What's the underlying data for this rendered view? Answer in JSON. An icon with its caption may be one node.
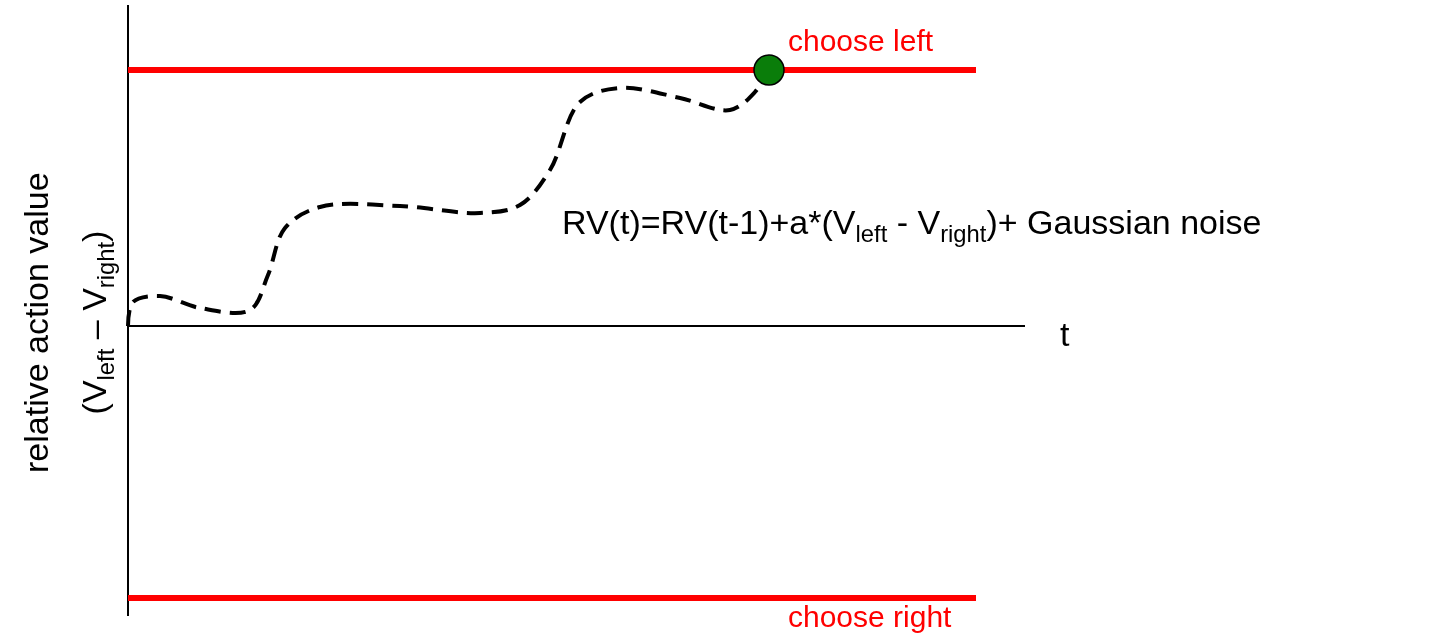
{
  "diagram": {
    "labels": [
      "choose left",
      "RV(t)=RV(t-1)+a*(V$_{left}$ - V$_{right}$)+ Gaussian noise",
      "relative action value",
      "(V$_{left}$ – V$_{right}$)",
      "t",
      "choose right"
    ]
  }
}
